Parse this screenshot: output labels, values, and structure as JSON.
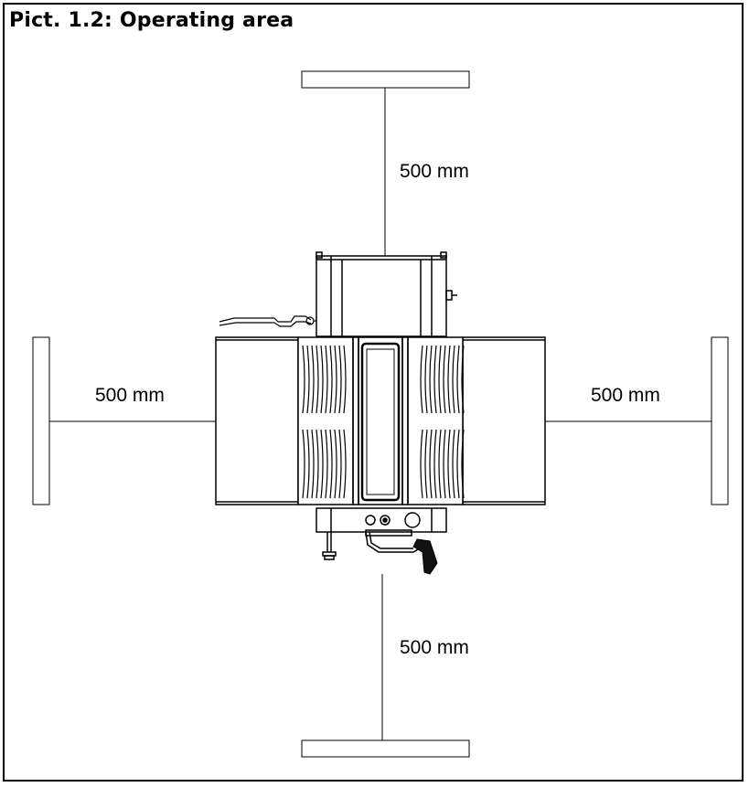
{
  "figure": {
    "title": "Pict. 1.2: Operating area"
  },
  "dimensions": {
    "top": "500 mm",
    "left": "500 mm",
    "right": "500 mm",
    "bottom": "500 mm"
  }
}
